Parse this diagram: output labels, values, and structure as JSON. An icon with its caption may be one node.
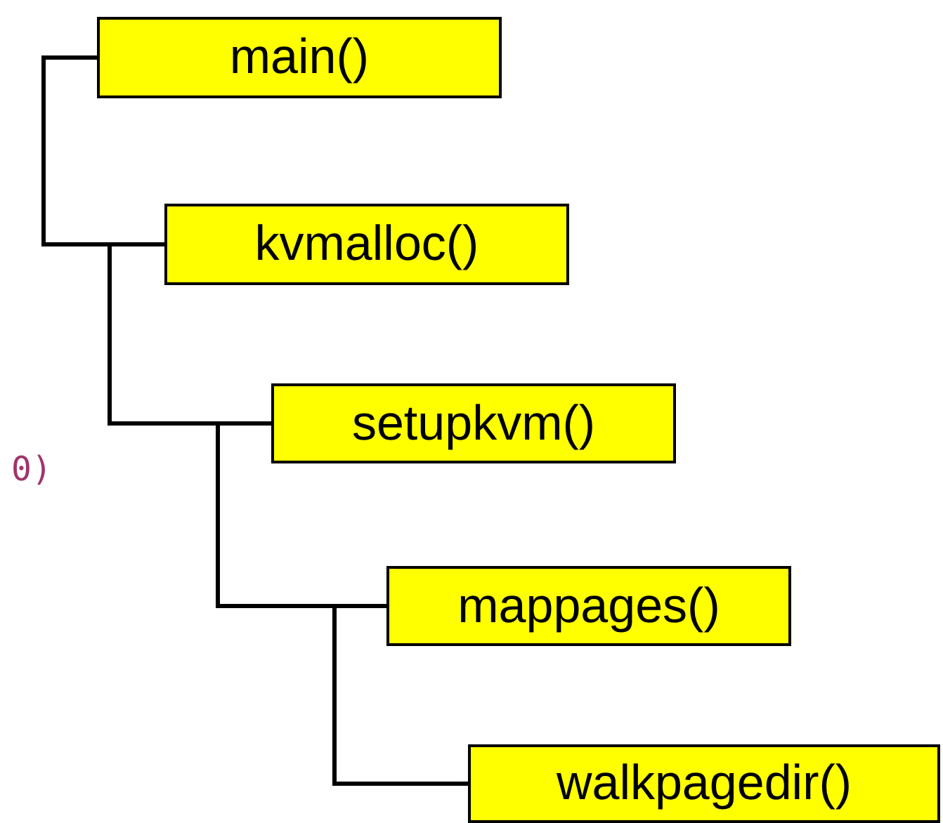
{
  "diagram": {
    "nodes": [
      {
        "text": [
          "main()"
        ]
      },
      {
        "text": [
          "kvmalloc()"
        ]
      },
      {
        "text": [
          "setupkvm()"
        ]
      },
      {
        "text": [
          "mappages()"
        ]
      },
      {
        "text": [
          "walkpagedir()"
        ]
      }
    ],
    "edges": [
      {
        "from": 0,
        "to": 1,
        "arrow": "none"
      },
      {
        "from": 1,
        "to": 2,
        "arrow": "none"
      },
      {
        "from": 2,
        "to": 3,
        "arrow": "none"
      },
      {
        "from": 3,
        "to": 4,
        "arrow": "none"
      }
    ],
    "labels": [
      "0)"
    ]
  }
}
